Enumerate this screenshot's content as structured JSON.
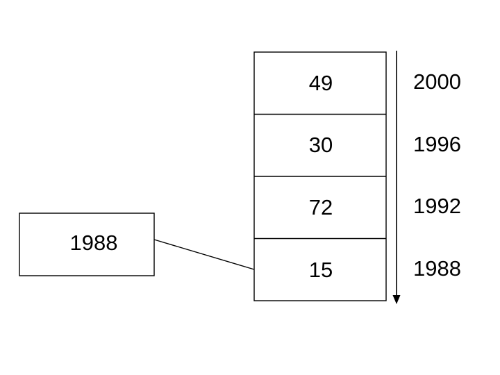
{
  "diagram": {
    "title": "stack-with-year-axis",
    "colors": {
      "stroke": "#000000",
      "background": "#ffffff",
      "text": "#000000"
    },
    "stack": {
      "name": "value-stack",
      "cells": [
        {
          "value": "49",
          "year": "2000"
        },
        {
          "value": "30",
          "year": "1996"
        },
        {
          "value": "72",
          "year": "1992"
        },
        {
          "value": "15",
          "year": "1988"
        }
      ]
    },
    "axis": {
      "name": "year-axis-arrow",
      "direction": "downward",
      "arrow_icon": "arrow-down-icon"
    },
    "callout_box": {
      "name": "callout-box",
      "label": "1988"
    },
    "connector": {
      "name": "connector-line",
      "from": "callout-box",
      "to": "stack-cell-1988"
    }
  }
}
